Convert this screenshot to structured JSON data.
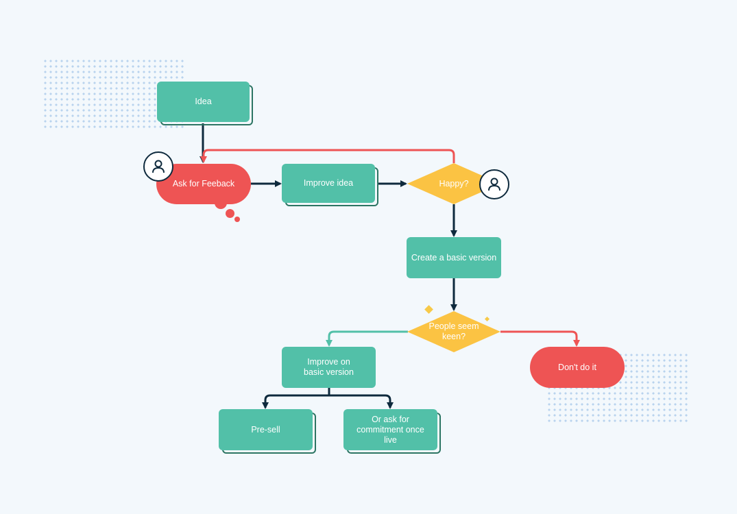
{
  "colors": {
    "teal": "#52c0a8",
    "teal_outline": "#2c7563",
    "red": "#ee5454",
    "yellow": "#fbc343",
    "navy": "#0e2a3d",
    "background": "#f3f8fc"
  },
  "nodes": {
    "idea": "Idea",
    "ask_feedback": "Ask for Feeback",
    "improve_idea": "Improve idea",
    "happy": "Happy?",
    "basic_version": "Create a basic version",
    "people_keen": "People seem keen?",
    "improve_basic": "Improve on basic version",
    "dont_do": "Don't do it",
    "pre_sell": "Pre-sell",
    "ask_commitment": "Or ask for commitment once live"
  },
  "icons": {
    "avatar": "user-icon",
    "decoration": "dot-grid-pattern"
  }
}
